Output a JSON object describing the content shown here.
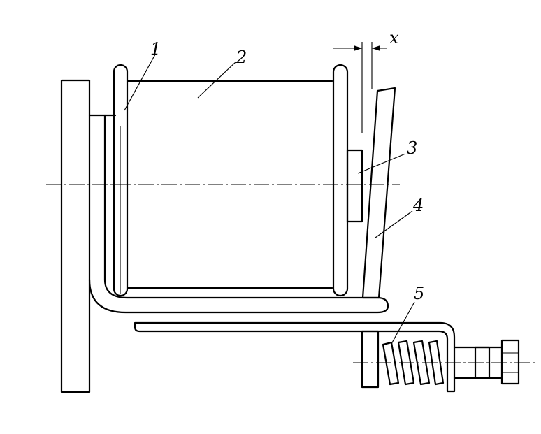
{
  "diagram": {
    "labels": {
      "part1": "1",
      "part2": "2",
      "part3": "3",
      "part4": "4",
      "part5": "5",
      "gap": "x"
    }
  }
}
